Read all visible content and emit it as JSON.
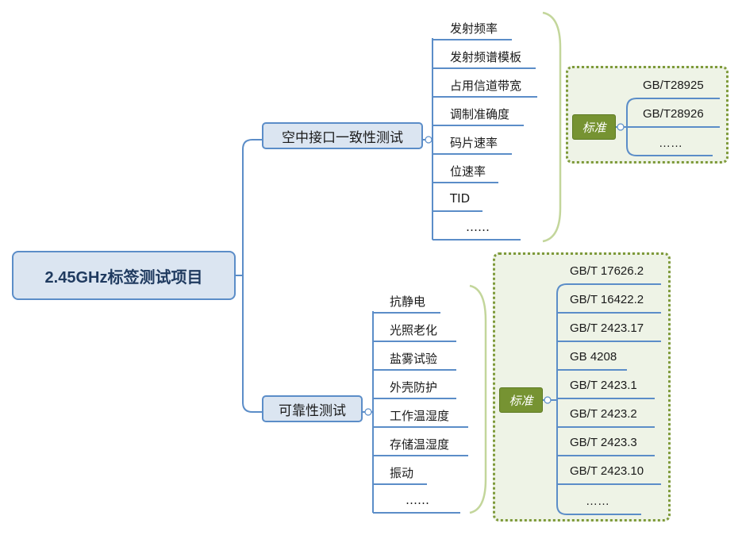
{
  "root": {
    "title": "2.45GHz标签测试项目"
  },
  "branches": [
    {
      "label": "空中接口一致性测试",
      "items": [
        "发射频率",
        "发射频谱模板",
        "占用信道带宽",
        "调制准确度",
        "码片速率",
        "位速率",
        "TID",
        "……"
      ],
      "standard": {
        "label": "标准",
        "items": [
          "GB/T28925",
          "GB/T28926",
          "……"
        ]
      }
    },
    {
      "label": "可靠性测试",
      "items": [
        "抗静电",
        "光照老化",
        "盐雾试验",
        "外壳防护",
        "工作温湿度",
        "存储温湿度",
        "振动",
        "……"
      ],
      "standard": {
        "label": "标准",
        "items": [
          "GB/T 17626.2",
          "GB/T 16422.2",
          "GB/T 2423.17",
          "GB 4208",
          "GB/T 2423.1",
          "GB/T 2423.2",
          "GB/T 2423.3",
          "GB/T 2423.10",
          "……"
        ]
      }
    }
  ],
  "colors": {
    "line": "#5b8dc8",
    "brace": "#c3d69b",
    "frame_border": "#7e9a3a",
    "frame_fill": "#eef3e6",
    "tag": "#769332",
    "node_fill": "#dbe5f1"
  }
}
